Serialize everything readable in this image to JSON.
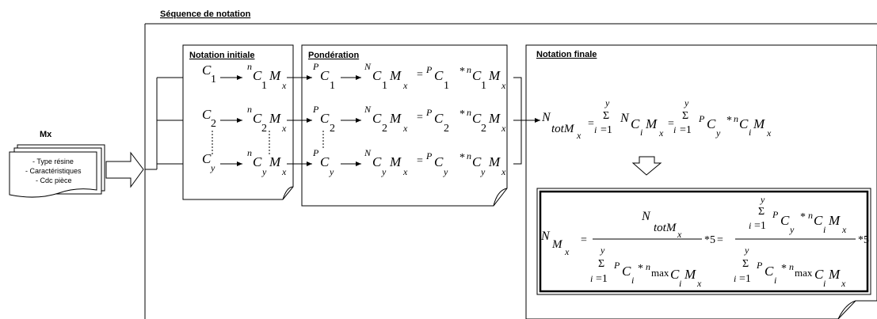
{
  "sequence_title": "Séquence de notation",
  "input_doc": {
    "title": "Mx",
    "lines": [
      "- Type  résine",
      "- Caractéristiques",
      "- Cdc pièce"
    ]
  },
  "panels": {
    "initial": "Notation initiale",
    "weighting": "Pondération",
    "final": "Notation finale"
  },
  "rows": [
    {
      "criterion": "1",
      "weighting_sub": "1"
    },
    {
      "criterion": "2",
      "weighting_sub": "2"
    },
    {
      "criterion": "y",
      "weighting_sub": "y"
    }
  ]
}
